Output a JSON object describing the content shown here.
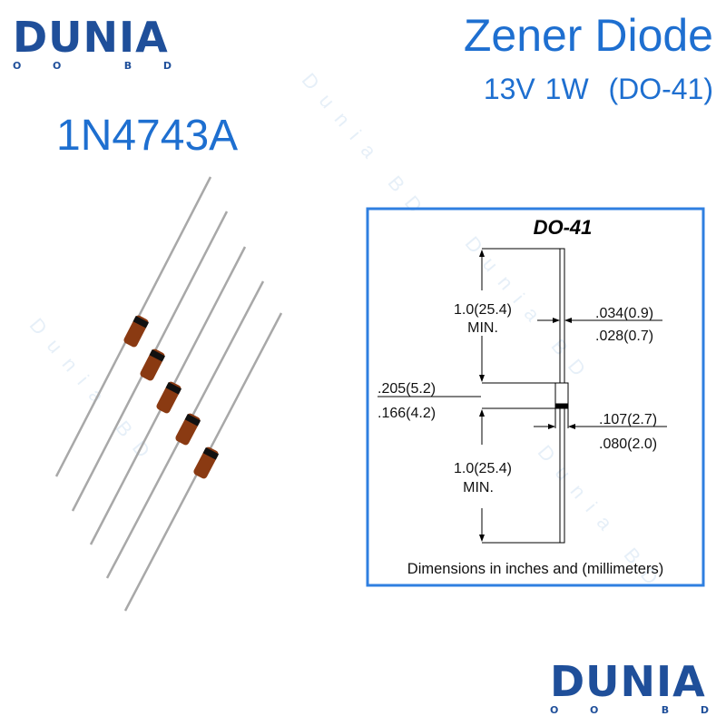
{
  "brand": {
    "name": "DUNIA",
    "sub": [
      "O",
      "O",
      "B",
      "D"
    ],
    "watermark": "Dunia BD",
    "color": "#1f4f9a"
  },
  "header": {
    "title": "Zener Diode",
    "spec": "13V 1W",
    "package": "(DO-41)",
    "part_number": "1N4743A",
    "accent": "#1e6fd0"
  },
  "diagram": {
    "title": "DO-41",
    "lead_length": "1.0(25.4)",
    "lead_min": "MIN.",
    "lead_dia_max": ".034(0.9)",
    "lead_dia_min": ".028(0.7)",
    "body_len_max": ".205(5.2)",
    "body_len_min": ".166(4.2)",
    "body_dia_max": ".107(2.7)",
    "body_dia_min": ".080(2.0)",
    "lead_length_2": "1.0(25.4)",
    "lead_min_2": "MIN.",
    "footer": "Dimensions in inches and (millimeters)",
    "border_color": "#2f7fe0"
  }
}
